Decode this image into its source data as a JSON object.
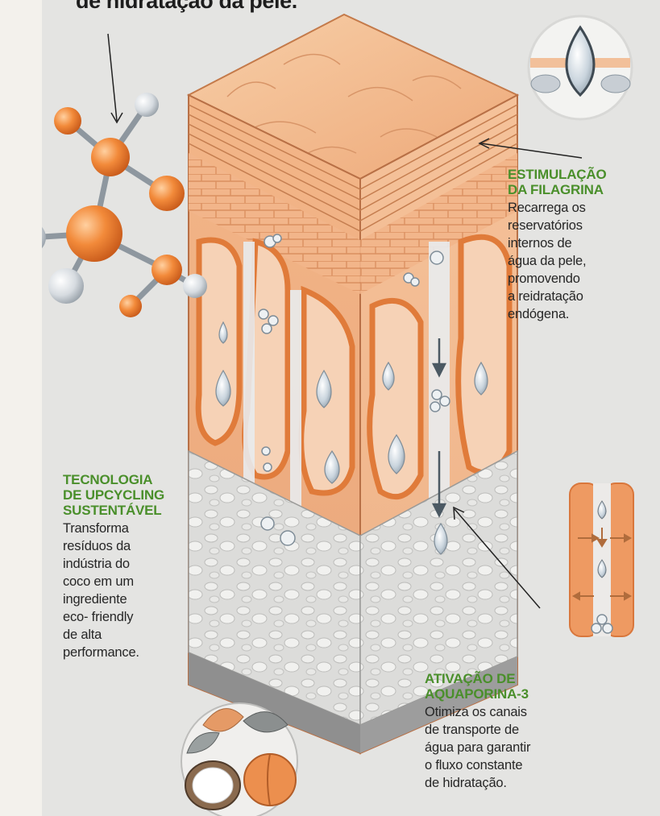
{
  "title_fragment": "de hidratação da pele.",
  "callouts": {
    "filagrina": {
      "heading": "ESTIMULAÇÃO\nDA FILAGRINA",
      "body": "Recarrega os\nreservatórios\ninternos de\nágua da pele,\npromovendo\na reidratação\nendógena."
    },
    "upcycling": {
      "heading": "TECNOLOGIA\nDE UPCYCLING\nSUSTENTÁVEL",
      "body": "Transforma\nresíduos da\nindústria do\ncoco em um\ningrediente\neco- friendly\nde alta\nperformance."
    },
    "aquaporina": {
      "heading": "ATIVAÇÃO DE\nAQUAPORINA-3",
      "body": "Otimiza os canais\nde transporte de\nágua para garantir\no fluxo constante\nde hidratação."
    }
  },
  "colors": {
    "accent_green": "#4a8f2b",
    "skin_orange": "#e8874a",
    "skin_light": "#f6c7a2",
    "dermis_gray": "#c9c9c9",
    "water_blue": "#b9c9d6"
  },
  "icons": [
    "molecule-icon",
    "water-drop-icon",
    "aquaporin-channel-icon",
    "coconut-peach-icon"
  ]
}
